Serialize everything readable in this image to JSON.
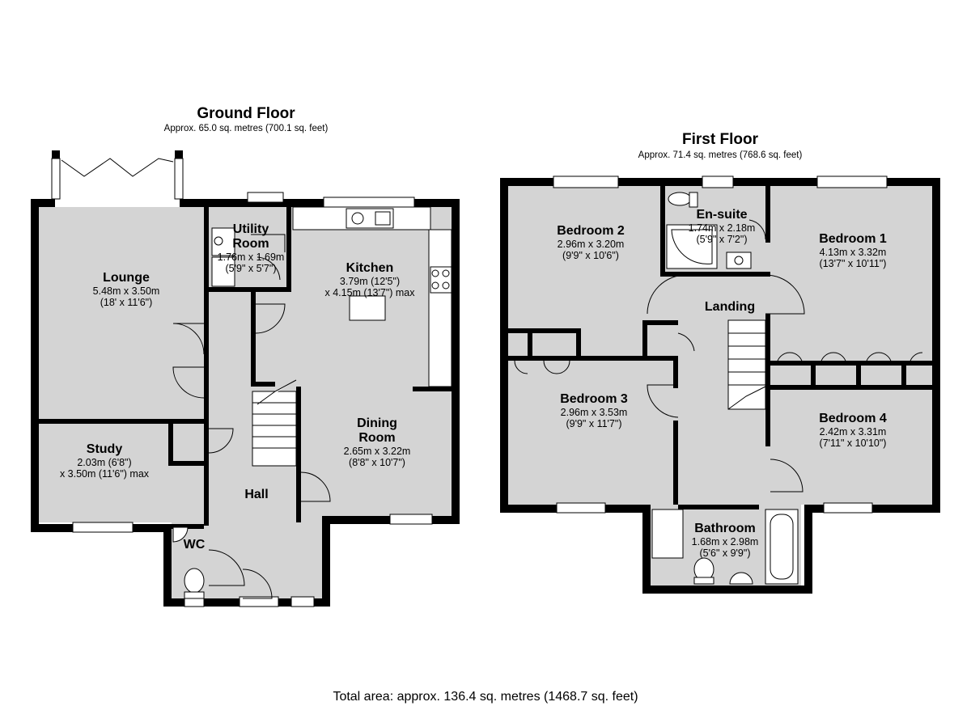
{
  "ground_floor": {
    "title": "Ground Floor",
    "area": "Approx. 65.0 sq. metres (700.1 sq. feet)",
    "rooms": {
      "lounge": {
        "name": "Lounge",
        "dim1": "5.48m x 3.50m",
        "dim2": "(18' x 11'6\")"
      },
      "utility": {
        "name1": "Utility",
        "name2": "Room",
        "dim1": "1.76m x 1.69m",
        "dim2": "(5'9\" x 5'7\")"
      },
      "kitchen": {
        "name": "Kitchen",
        "dim1": "3.79m (12'5\")",
        "dim2": "x 4.15m (13'7\") max"
      },
      "study": {
        "name": "Study",
        "dim1": "2.03m (6'8\")",
        "dim2": "x 3.50m (11'6\") max"
      },
      "dining": {
        "name1": "Dining",
        "name2": "Room",
        "dim1": "2.65m x 3.22m",
        "dim2": "(8'8\" x 10'7\")"
      },
      "hall": {
        "name": "Hall"
      },
      "wc": {
        "name": "WC"
      }
    }
  },
  "first_floor": {
    "title": "First Floor",
    "area": "Approx. 71.4 sq. metres (768.6 sq. feet)",
    "rooms": {
      "bedroom2": {
        "name": "Bedroom 2",
        "dim1": "2.96m x 3.20m",
        "dim2": "(9'9\" x 10'6\")"
      },
      "ensuite": {
        "name": "En-suite",
        "dim1": "1.74m x 2.18m",
        "dim2": "(5'9\" x 7'2\")"
      },
      "bedroom1": {
        "name": "Bedroom 1",
        "dim1": "4.13m x 3.32m",
        "dim2": "(13'7\" x 10'11\")"
      },
      "landing": {
        "name": "Landing"
      },
      "bedroom3": {
        "name": "Bedroom 3",
        "dim1": "2.96m x 3.53m",
        "dim2": "(9'9\" x 11'7\")"
      },
      "bedroom4": {
        "name": "Bedroom 4",
        "dim1": "2.42m x 3.31m",
        "dim2": "(7'11\" x 10'10\")"
      },
      "bathroom": {
        "name": "Bathroom",
        "dim1": "1.68m x 2.98m",
        "dim2": "(5'6\" x 9'9\")"
      }
    }
  },
  "total_area": "Total area: approx. 136.4 sq. metres (1468.7 sq. feet)",
  "colors": {
    "floor": "#d4d4d4",
    "wall": "#000000",
    "background": "#ffffff"
  }
}
